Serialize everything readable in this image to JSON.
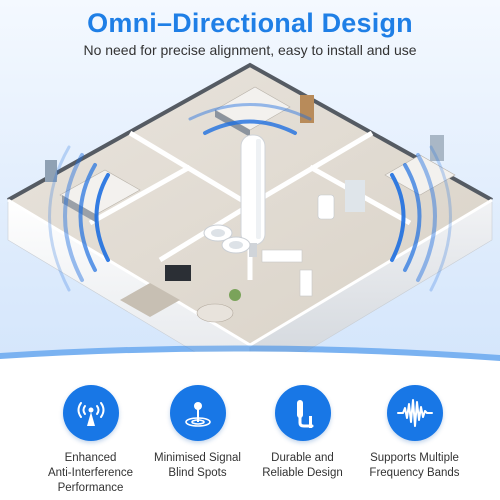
{
  "header": {
    "title": "Omni–Directional Design",
    "subtitle": "No need for precise alignment, easy to install and use"
  },
  "colors": {
    "accent": "#1f7fe6",
    "icon_circle": "#1877e6",
    "signal_wave": "#1e6fe0"
  },
  "features": [
    {
      "line1": "Enhanced",
      "line2": "Anti-Interference",
      "line3": "Performance",
      "icon": "antenna-signal-icon"
    },
    {
      "line1": "Minimised Signal",
      "line2": "Blind Spots",
      "line3": "",
      "icon": "signal-coverage-icon"
    },
    {
      "line1": "Durable and",
      "line2": "Reliable Design",
      "line3": "",
      "icon": "antenna-mount-icon"
    },
    {
      "line1": "Supports Multiple",
      "line2": "Frequency Bands",
      "line3": "",
      "icon": "frequency-wave-icon"
    }
  ]
}
